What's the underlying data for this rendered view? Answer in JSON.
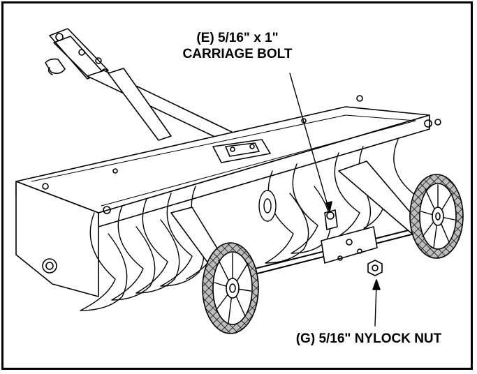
{
  "callouts": {
    "bolt": {
      "line1": "(E) 5/16\" x 1\"",
      "line2": "CARRIAGE BOLT"
    },
    "nut": {
      "label": "(G) 5/16\" NYLOCK NUT"
    }
  },
  "colors": {
    "ink": "#000000",
    "wheel_tread": "#bdbdbd",
    "paper": "#ffffff"
  }
}
